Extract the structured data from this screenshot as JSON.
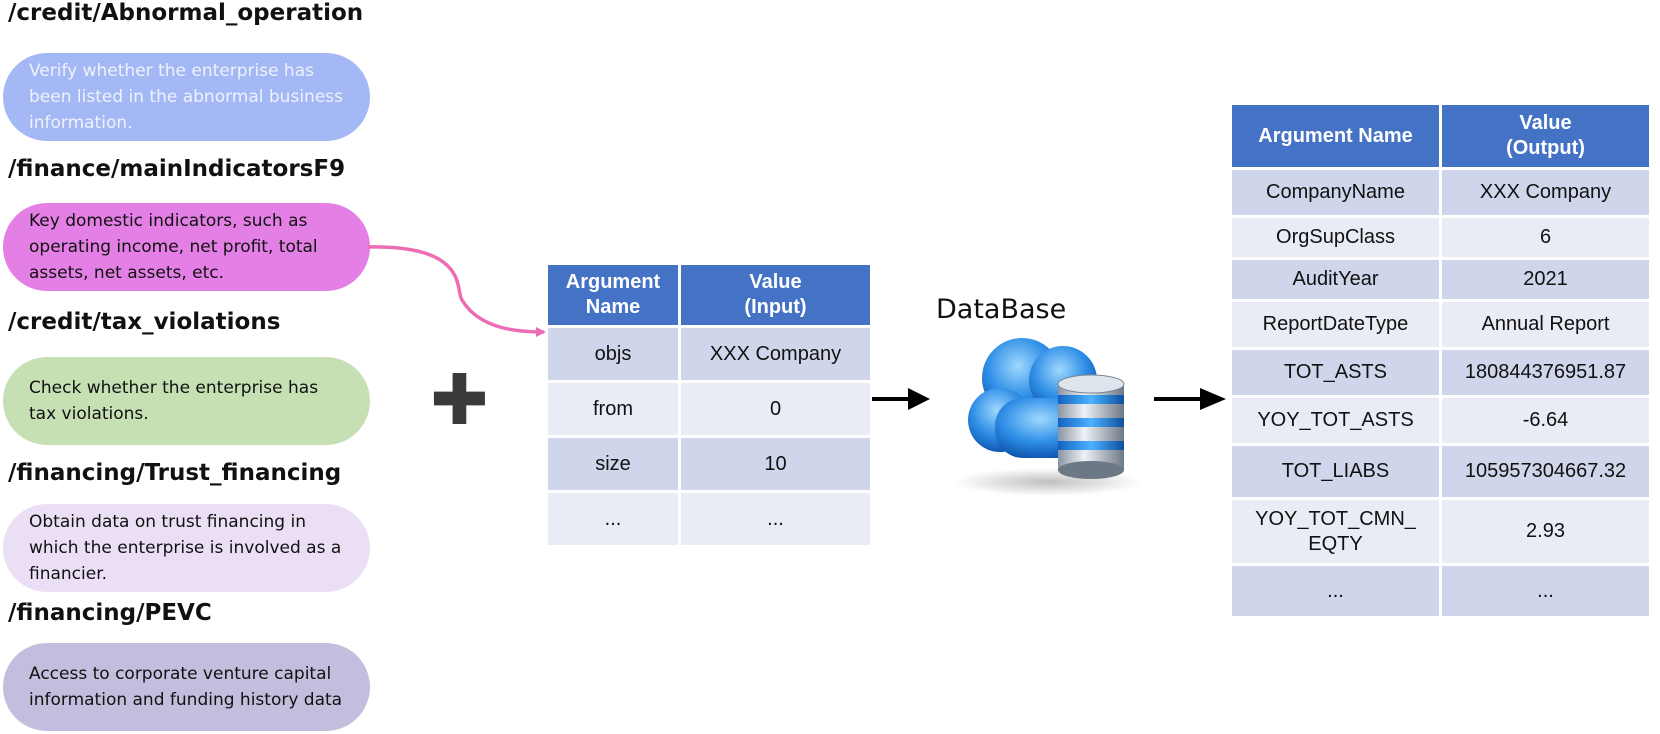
{
  "endpoints": [
    {
      "title": "/credit/Abnormal_operation",
      "description": "Verify whether the enterprise has been listed in the abnormal business information.",
      "color": "#a3b8f5",
      "text_color": "#eef2fc"
    },
    {
      "title": "/finance/mainIndicatorsF9",
      "description": "Key domestic indicators, such as operating income, net profit, total assets, net assets, etc.",
      "color": "#e37fe5",
      "text_color": "#111111"
    },
    {
      "title": "/credit/tax_violations",
      "description": "Check whether the enterprise has tax violations.",
      "color": "#c6e0b4",
      "text_color": "#111111"
    },
    {
      "title": "/financing/Trust_financing",
      "description": "Obtain data on trust financing in which the enterprise is involved as a financier.",
      "color": "#ebdff6",
      "text_color": "#111111"
    },
    {
      "title": "/financing/PEVC",
      "description": "Access to corporate venture capital information and funding history data",
      "color": "#c5bddd",
      "text_color": "#111111"
    }
  ],
  "plus_symbol": "✚",
  "input_table": {
    "headers": [
      "Argument Name",
      "Value (Input)"
    ],
    "rows": [
      [
        "objs",
        "XXX Company"
      ],
      [
        "from",
        "0"
      ],
      [
        "size",
        "10"
      ],
      [
        "...",
        "..."
      ]
    ]
  },
  "database": {
    "label": "DataBase",
    "icon": "cloud-database-icon"
  },
  "output_table": {
    "headers": [
      "Argument Name",
      "Value (Output)"
    ],
    "rows": [
      [
        "CompanyName",
        "XXX Company"
      ],
      [
        "OrgSupClass",
        "6"
      ],
      [
        "AuditYear",
        "2021"
      ],
      [
        "ReportDateType",
        "Annual Report"
      ],
      [
        "TOT_ASTS",
        "180844376951.87"
      ],
      [
        "YOY_TOT_ASTS",
        "-6.64"
      ],
      [
        "TOT_LIABS",
        "105957304667.32"
      ],
      [
        "YOY_TOT_CMN_ EQTY",
        "2.93"
      ],
      [
        "...",
        "..."
      ]
    ]
  },
  "colors": {
    "header_blue": "#4472c4",
    "row_dark": "#cfd5ea",
    "row_light": "#e9ebf5",
    "connector_pink": "#ee6cb4"
  }
}
